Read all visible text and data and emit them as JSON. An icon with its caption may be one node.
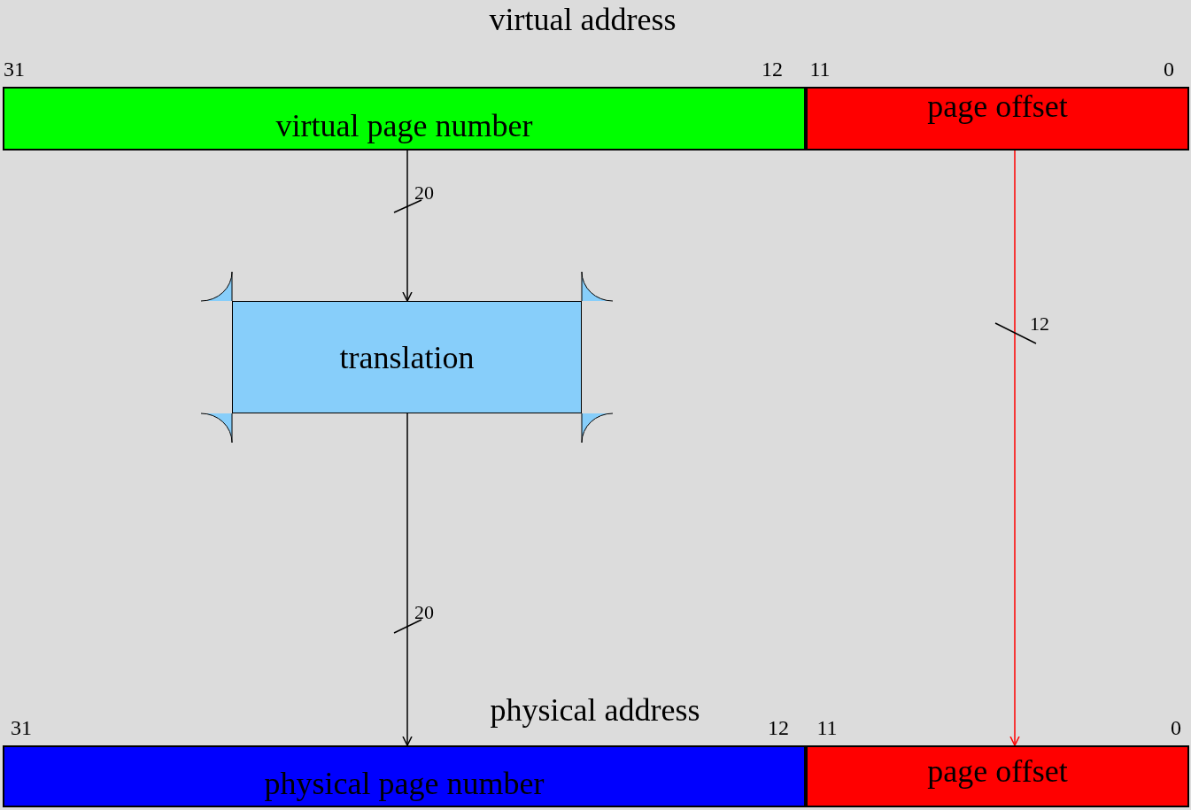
{
  "diagram": {
    "nodes": [
      {
        "text": [
          "virtual page number"
        ]
      },
      {
        "text": [
          "page offset"
        ]
      },
      {
        "text": [
          "translation"
        ]
      },
      {
        "text": [
          "physical page number"
        ]
      },
      {
        "text": [
          "page offset"
        ]
      }
    ],
    "edges": [
      {
        "from": 0,
        "to": 2,
        "arrow": "to",
        "label": "20"
      },
      {
        "from": 2,
        "to": 3,
        "arrow": "to",
        "label": "20"
      },
      {
        "from": 1,
        "to": 4,
        "arrow": "to",
        "label": "12",
        "color": "#ff0000"
      }
    ],
    "labels": [
      "virtual address",
      "31",
      "12",
      "11",
      "0",
      "physical address",
      "31",
      "12",
      "11",
      "0"
    ]
  }
}
